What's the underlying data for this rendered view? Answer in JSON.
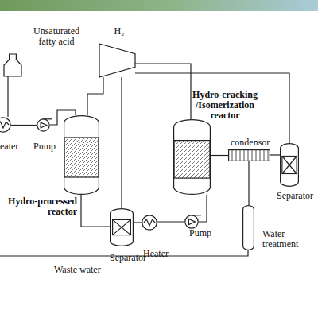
{
  "diagram": {
    "nodes": [
      {
        "text": [
          "Unsaturated fatty acid"
        ]
      },
      {
        "text": [
          "H₂"
        ]
      },
      {
        "text": [
          "eater"
        ]
      },
      {
        "text": [
          "Pump"
        ]
      },
      {
        "text": [
          "Hydro-processed reactor"
        ]
      },
      {
        "text": [
          "Separator"
        ]
      },
      {
        "text": [
          "Heater"
        ]
      },
      {
        "text": [
          "Pump"
        ]
      },
      {
        "text": [
          "Hydro-cracking /Isomerization reactor"
        ]
      },
      {
        "text": [
          "condensor"
        ]
      },
      {
        "text": [
          "Separator"
        ]
      },
      {
        "text": [
          "Water treatment"
        ]
      }
    ],
    "edges": [
      {
        "from": 0,
        "to": 2,
        "arrow": "none"
      },
      {
        "from": 2,
        "to": 3,
        "arrow": "none"
      },
      {
        "from": 3,
        "to": 4,
        "arrow": "none"
      },
      {
        "from": 4,
        "to": 5,
        "arrow": "none"
      },
      {
        "from": 5,
        "to": 6,
        "arrow": "none"
      },
      {
        "from": 6,
        "to": 7,
        "arrow": "none"
      },
      {
        "from": 7,
        "to": 8,
        "arrow": "none"
      },
      {
        "from": 8,
        "to": 9,
        "arrow": "none"
      },
      {
        "from": 9,
        "to": 10,
        "arrow": "none"
      },
      {
        "from": 11,
        "to": 9,
        "arrow": "none"
      },
      {
        "from": 10,
        "to": 1,
        "arrow": "none"
      },
      {
        "from": 5,
        "to": 1,
        "arrow": "none"
      },
      {
        "from": 1,
        "to": 4,
        "arrow": "none"
      },
      {
        "from": 1,
        "to": 8,
        "arrow": "none"
      }
    ],
    "labels": [
      "Waste water"
    ]
  }
}
